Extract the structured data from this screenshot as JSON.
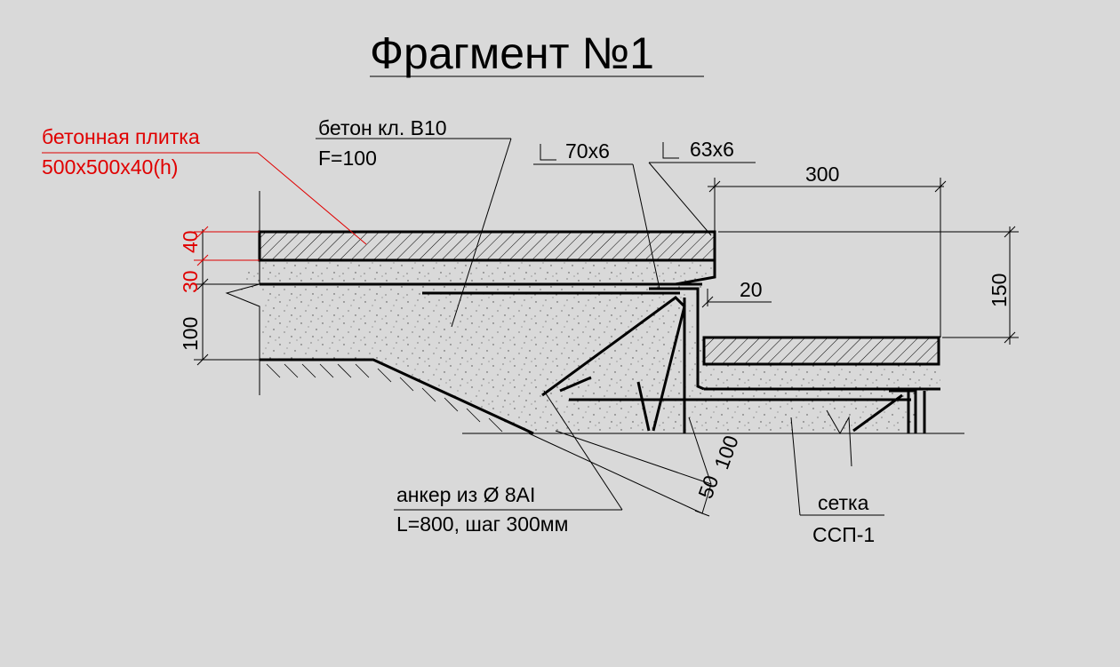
{
  "title": "Фрагмент №1",
  "labels": {
    "tile_line1": "бетонная плитка",
    "tile_line2": "500х500х40(h)",
    "concrete_line1": "бетон кл. В10",
    "concrete_line2": "F=100",
    "angle1": "70х6",
    "angle2": "63х6",
    "anchor_line1": "анкер из Ø 8АI",
    "anchor_line2": "L=800, шаг 300мм",
    "mesh_line1": "сетка",
    "mesh_line2": "ССП-1"
  },
  "dimensions": {
    "d40": "40",
    "d30": "30",
    "d100_left": "100",
    "d300": "300",
    "d150": "150",
    "d20": "20",
    "d100_diag": "100",
    "d50_diag": "50"
  },
  "colors": {
    "background": "#d9d9d9",
    "red": "#e00000",
    "line": "#000000"
  }
}
